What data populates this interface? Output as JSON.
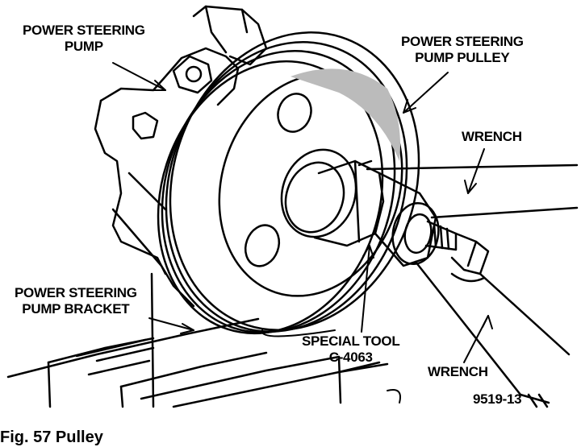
{
  "labels": {
    "pump": {
      "line1": "POWER STEERING",
      "line2": "PUMP"
    },
    "pulley": {
      "line1": "POWER STEERING",
      "line2": "PUMP PULLEY"
    },
    "wrench_upper": "WRENCH",
    "bracket": {
      "line1": "POWER STEERING",
      "line2": "PUMP BRACKET"
    },
    "special_tool": {
      "line1": "SPECIAL TOOL",
      "line2": "C-4063"
    },
    "wrench_lower": "WRENCH",
    "figure_code": "9519-13"
  },
  "caption": "Fig. 57 Pulley"
}
